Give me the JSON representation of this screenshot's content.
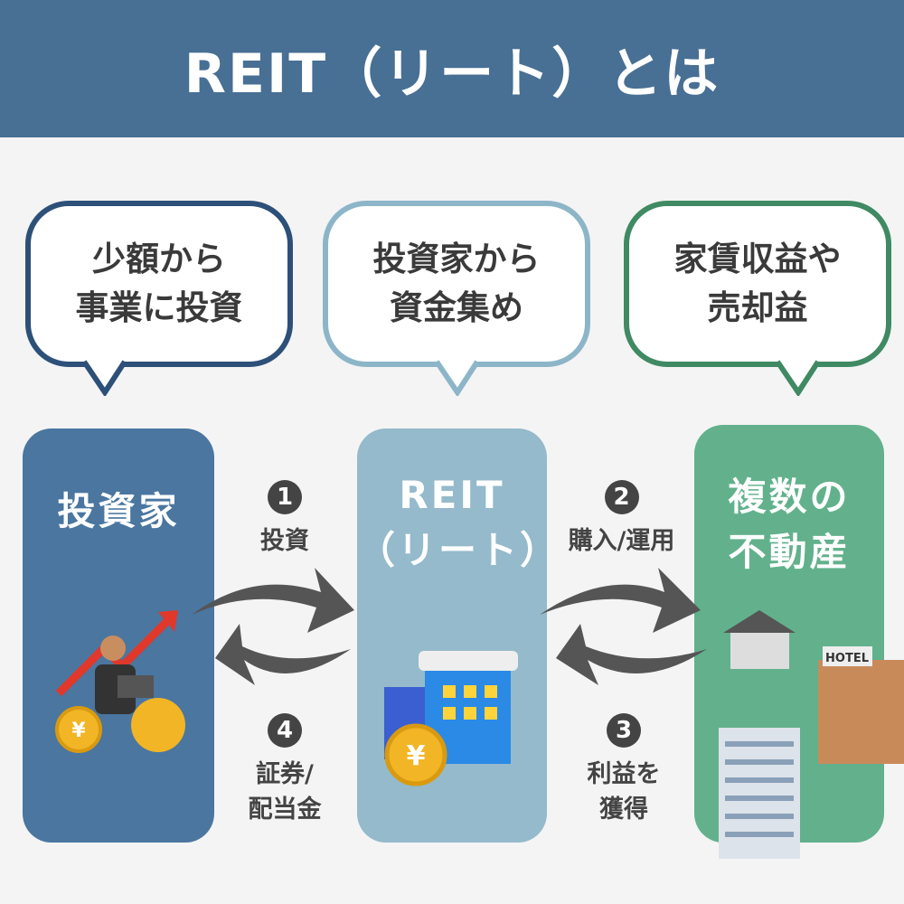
{
  "title": "REIT（リート）とは",
  "bubbles": [
    {
      "text": "少額から\n事業に投資",
      "color": "#2d5079"
    },
    {
      "text": "投資家から\n資金集め",
      "color": "#8db5c8"
    },
    {
      "text": "家賃収益や\n売却益",
      "color": "#3f8a63"
    }
  ],
  "panels": [
    {
      "title": "投資家",
      "color": "#4a76a0",
      "icon": "investor-illustration"
    },
    {
      "title": "REIT\n（リート）",
      "color": "#94bacb",
      "icon": "building-yen-illustration"
    },
    {
      "title": "複数の\n不動産",
      "color": "#62b18c",
      "icon": "real-estate-illustration"
    }
  ],
  "steps": [
    {
      "num": "1",
      "label": "投資"
    },
    {
      "num": "2",
      "label": "購入/運用"
    },
    {
      "num": "3",
      "label": "利益を\n獲得"
    },
    {
      "num": "4",
      "label": "証券/\n配当金"
    }
  ],
  "illustration_text": {
    "hotel": "HOTEL",
    "yen": "¥"
  }
}
